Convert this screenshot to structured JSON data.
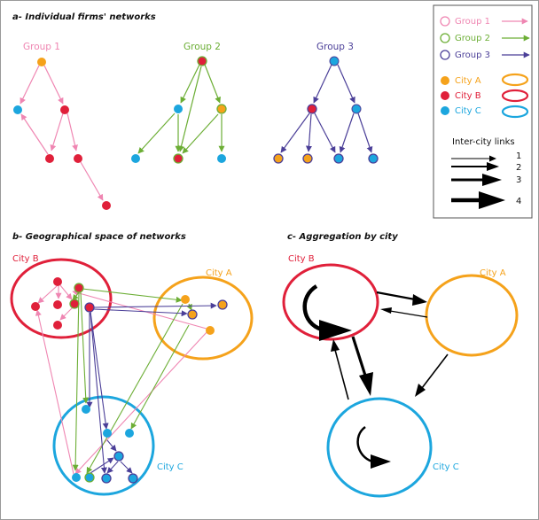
{
  "colors": {
    "group1": "#ef86b2",
    "group2": "#6cae35",
    "group3": "#4b3f98",
    "cityA": "#f5a21b",
    "cityB": "#e0203a",
    "cityC": "#1ca6de",
    "black": "#000000"
  },
  "panels": {
    "a_title": "a- Individual firms' networks",
    "b_title": "b- Geographical space of networks",
    "c_title": "c- Aggregation by city"
  },
  "groups": {
    "g1": "Group 1",
    "g2": "Group 2",
    "g3": "Group 3"
  },
  "cities": {
    "a": "City A",
    "b": "City B",
    "c": "City C"
  },
  "legend": {
    "group1": "Group 1",
    "group2": "Group 2",
    "group3": "Group 3",
    "cityA": "City A",
    "cityB": "City B",
    "cityC": "City C",
    "links_title": "Inter-city links",
    "w1": "1",
    "w2": "2",
    "w3": "3",
    "w4": "4"
  }
}
